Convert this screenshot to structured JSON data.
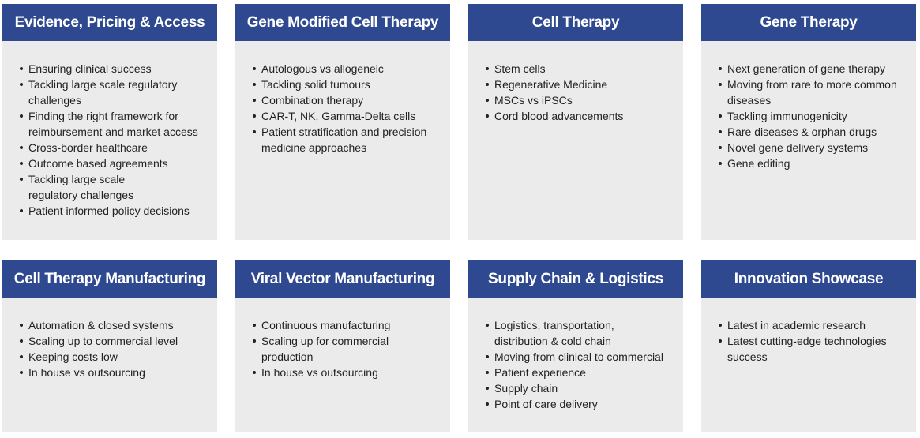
{
  "cards": [
    {
      "title": "Evidence, Pricing & Access",
      "items": [
        "Ensuring clinical success",
        "Tackling large scale regulatory challenges",
        "Finding the right framework for reimbursement and market access",
        "Cross-border healthcare",
        "Outcome based agreements",
        "Tackling large scale regulatory challenges",
        "Patient informed policy decisions"
      ]
    },
    {
      "title": "Gene Modified Cell Therapy",
      "items": [
        "Autologous vs allogeneic",
        "Tackling solid tumours",
        "Combination therapy",
        "CAR-T, NK, Gamma-Delta cells",
        "Patient stratification and precision medicine approaches"
      ]
    },
    {
      "title": "Cell Therapy",
      "items": [
        "Stem cells",
        "Regenerative Medicine",
        "MSCs vs iPSCs",
        "Cord blood advancements"
      ]
    },
    {
      "title": "Gene Therapy",
      "items": [
        "Next generation of gene therapy",
        "Moving from rare to more common diseases",
        "Tackling immunogenicity",
        "Rare diseases & orphan drugs",
        "Novel gene delivery systems",
        "Gene editing"
      ]
    },
    {
      "title": "Cell Therapy Manufacturing",
      "items": [
        "Automation & closed systems",
        "Scaling up to commercial level",
        "Keeping costs low",
        "In house vs outsourcing"
      ]
    },
    {
      "title": "Viral Vector Manufacturing",
      "items": [
        "Continuous manufacturing",
        "Scaling up for commercial production",
        "In house vs outsourcing"
      ]
    },
    {
      "title": "Supply Chain & Logistics",
      "items": [
        "Logistics, transportation, distribution & cold chain",
        "Moving from clinical to commercial",
        "Patient experience",
        "Supply chain",
        "Point of care delivery"
      ]
    },
    {
      "title": "Innovation Showcase",
      "items": [
        "Latest in academic research",
        "Latest cutting-edge technologies success"
      ]
    }
  ]
}
